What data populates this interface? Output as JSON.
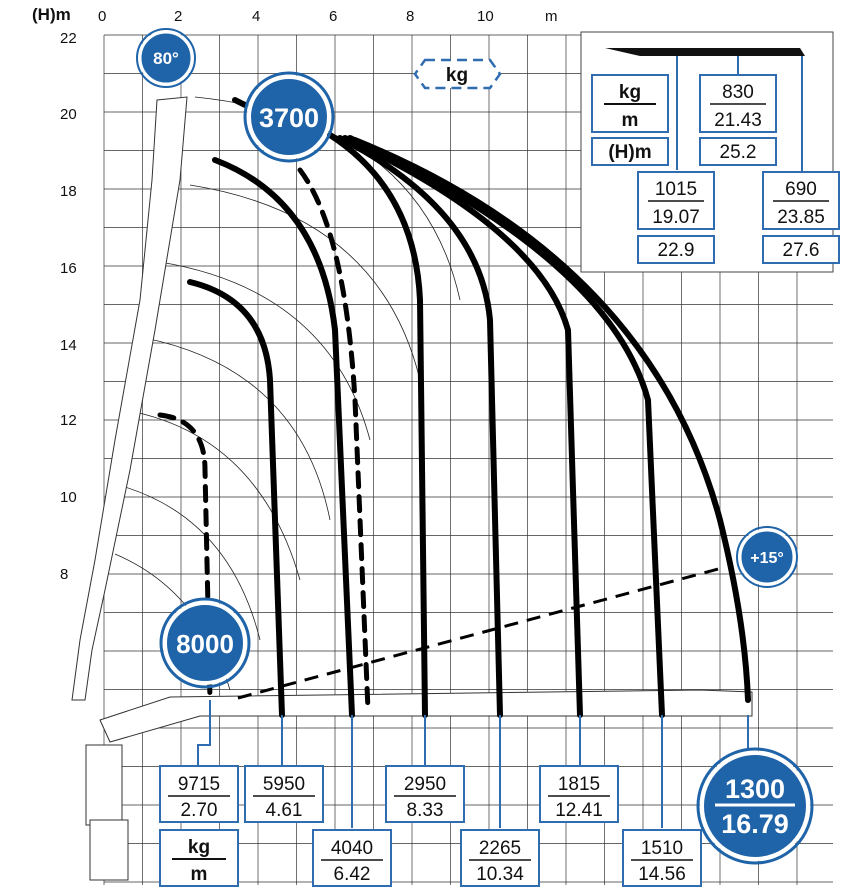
{
  "chart_data": {
    "type": "load-chart",
    "y_axis_label": "(H)m",
    "x_axis_unit": "m",
    "x_ticks": [
      "0",
      "2",
      "4",
      "6",
      "8",
      "10"
    ],
    "y_ticks": [
      "8",
      "10",
      "12",
      "14",
      "16",
      "18",
      "20",
      "22"
    ],
    "unit_header": "kg",
    "max_angle": "80°",
    "min_angle": "+15°",
    "peak_load_label": "3700",
    "base_load_label": "8000",
    "max_reach_load": {
      "kg": "1300",
      "m": "16.79"
    },
    "load_points": [
      {
        "kg": "9715",
        "m": "2.70"
      },
      {
        "kg": "5950",
        "m": "4.61"
      },
      {
        "kg": "4040",
        "m": "6.42"
      },
      {
        "kg": "2950",
        "m": "8.33"
      },
      {
        "kg": "2265",
        "m": "10.34"
      },
      {
        "kg": "1815",
        "m": "12.41"
      },
      {
        "kg": "1510",
        "m": "14.56"
      }
    ],
    "unit_box": {
      "kg": "kg",
      "m": "m"
    },
    "inset": {
      "unit_kg": "kg",
      "unit_m": "m",
      "unit_h": "(H)m",
      "col1": {
        "kg": "1015",
        "m": "19.07",
        "h": "22.9"
      },
      "col2": {
        "kg": "830",
        "m": "21.43",
        "h": "25.2"
      },
      "col3": {
        "kg": "690",
        "m": "23.85",
        "h": "27.6"
      }
    }
  },
  "colors": {
    "accent": "#1f63a8",
    "accent_border": "#ffffff",
    "curve": "#000000",
    "grid": "#333333",
    "box_border": "#2f6db0"
  }
}
